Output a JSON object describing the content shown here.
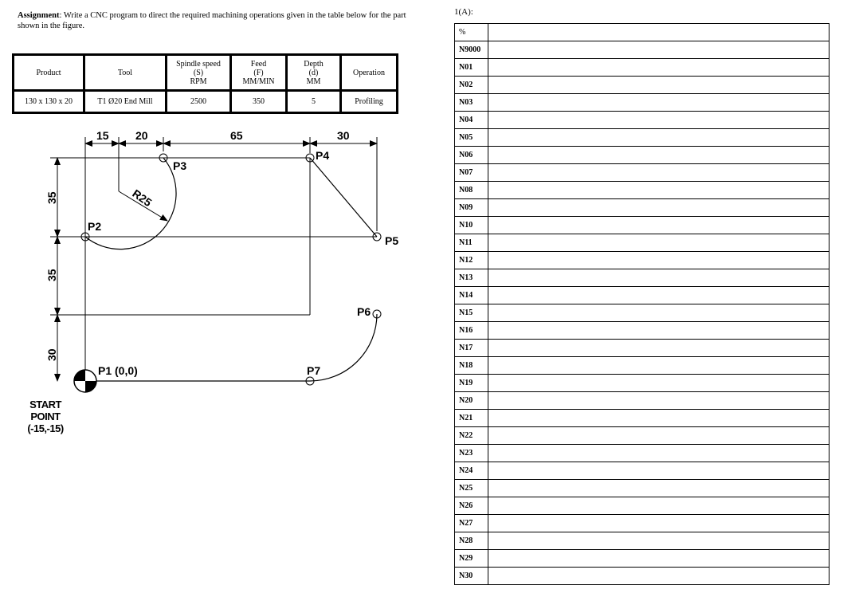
{
  "assignment": {
    "label": "Assignment",
    "text": ": Write a CNC program to direct the required machining operations given in the table below for the part shown in the figure."
  },
  "spec_table": {
    "headers": [
      "Product",
      "Tool",
      "Spindle speed\n(S)\nRPM",
      "Feed\n(F)\nMM/MIN",
      "Depth\n(d)\nMM",
      "Operation"
    ],
    "row": [
      "130 x 130 x 20",
      "T1 Ø20 End Mill",
      "2500",
      "350",
      "5",
      "Profiling"
    ]
  },
  "drawing": {
    "dims": {
      "d15": "15",
      "d20": "20",
      "d65": "65",
      "d30": "30",
      "v35a": "35",
      "v35b": "35",
      "v30": "30",
      "radius": "R25"
    },
    "points": {
      "p1": "P1 (0,0)",
      "p2": "P2",
      "p3": "P3",
      "p4": "P4",
      "p5": "P5",
      "p6": "P6",
      "p7": "P7"
    },
    "start_point": {
      "line1": "START",
      "line2": "POINT",
      "line3": "(-15,-15)"
    }
  },
  "program_sheet": {
    "label": "1(A):",
    "lines": [
      "%",
      "N9000",
      "N01",
      "N02",
      "N03",
      "N04",
      "N05",
      "N06",
      "N07",
      "N08",
      "N09",
      "N10",
      "N11",
      "N12",
      "N13",
      "N14",
      "N15",
      "N16",
      "N17",
      "N18",
      "N19",
      "N20",
      "N21",
      "N22",
      "N23",
      "N24",
      "N25",
      "N26",
      "N27",
      "N28",
      "N29",
      "N30"
    ]
  }
}
